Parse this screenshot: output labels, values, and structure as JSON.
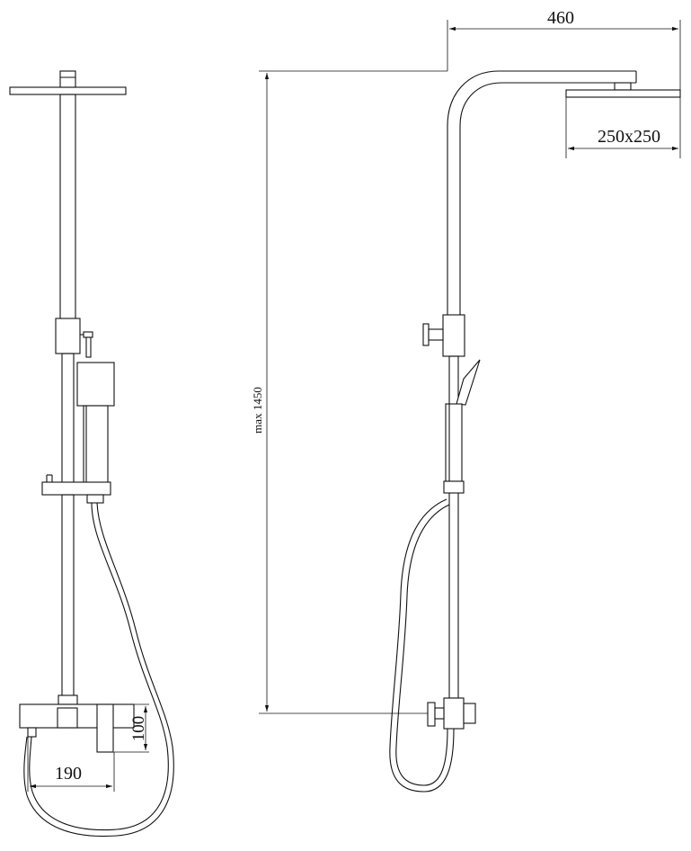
{
  "dimensions": {
    "overall_width": "460",
    "head_size": "250x250",
    "max_height": "max 1450",
    "valve_height": "100",
    "valve_depth": "190"
  }
}
